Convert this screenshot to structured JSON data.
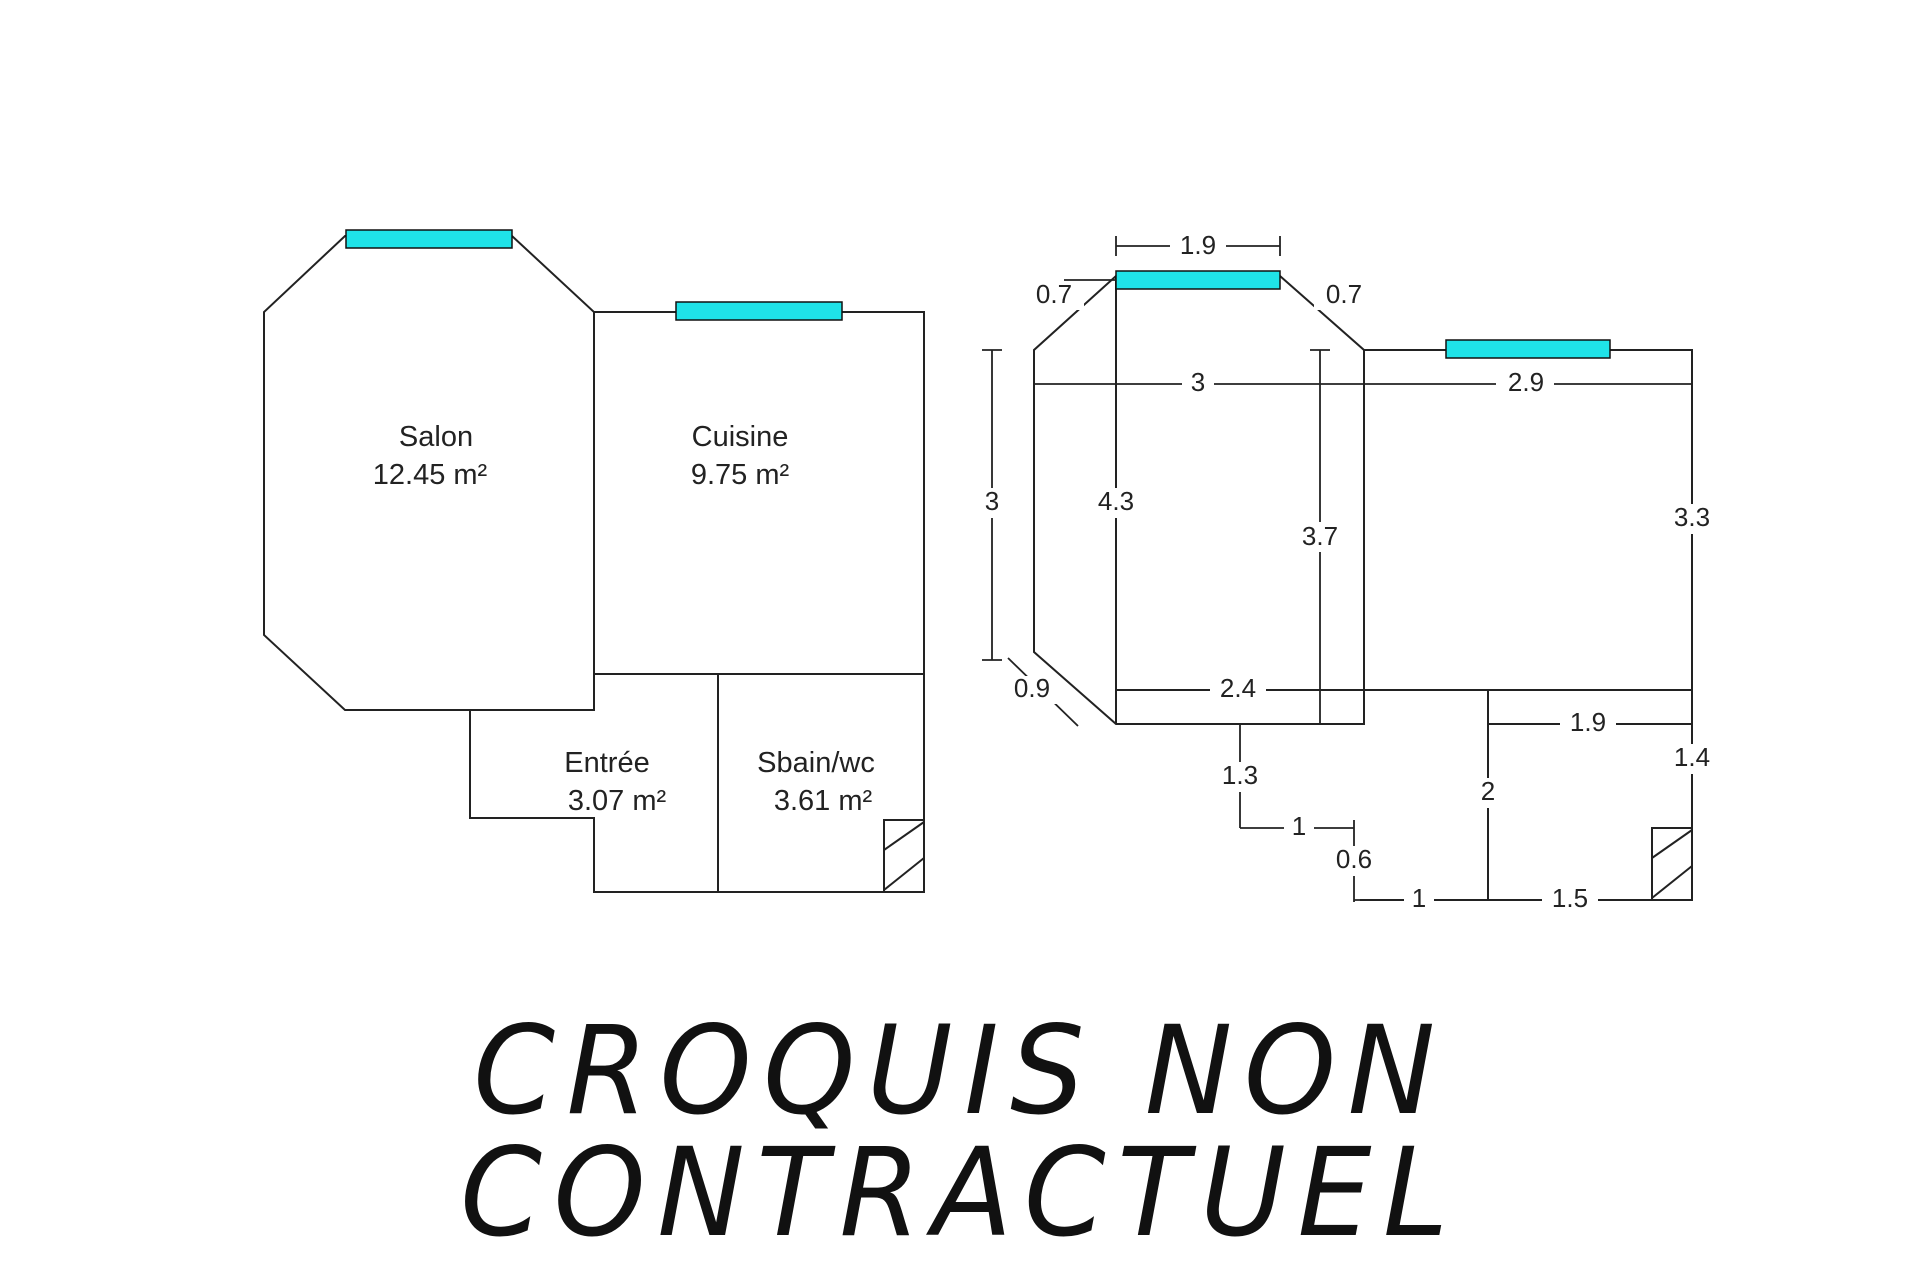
{
  "rooms": [
    {
      "name": "Salon",
      "area": "12.45  m²"
    },
    {
      "name": "Cuisine",
      "area": "9.75  m²"
    },
    {
      "name": "Entrée",
      "area": "3.07  m²"
    },
    {
      "name": "Sbain/wc",
      "area": "3.61  m²"
    }
  ],
  "dimensions": {
    "window_salon": "1.9",
    "bay_left": "0.7",
    "bay_right": "0.7",
    "salon_width": "3",
    "cuisine_width": "2.9",
    "salon_side": "3",
    "salon_depth": "4.3",
    "salon_inner": "3.7",
    "cuisine_depth": "3.3",
    "bay_bottom": "0.9",
    "salon_bottom": "2.4",
    "sdb_width": "1.9",
    "entree_depth": "1.3",
    "sdb_depth": "1.4",
    "entree_step": "1",
    "entree_offset": "0.6",
    "sdb_inner": "2",
    "bottom_left": "1",
    "bottom_right": "1.5"
  },
  "disclaimer": "CROQUIS NON CONTRACTUEL"
}
